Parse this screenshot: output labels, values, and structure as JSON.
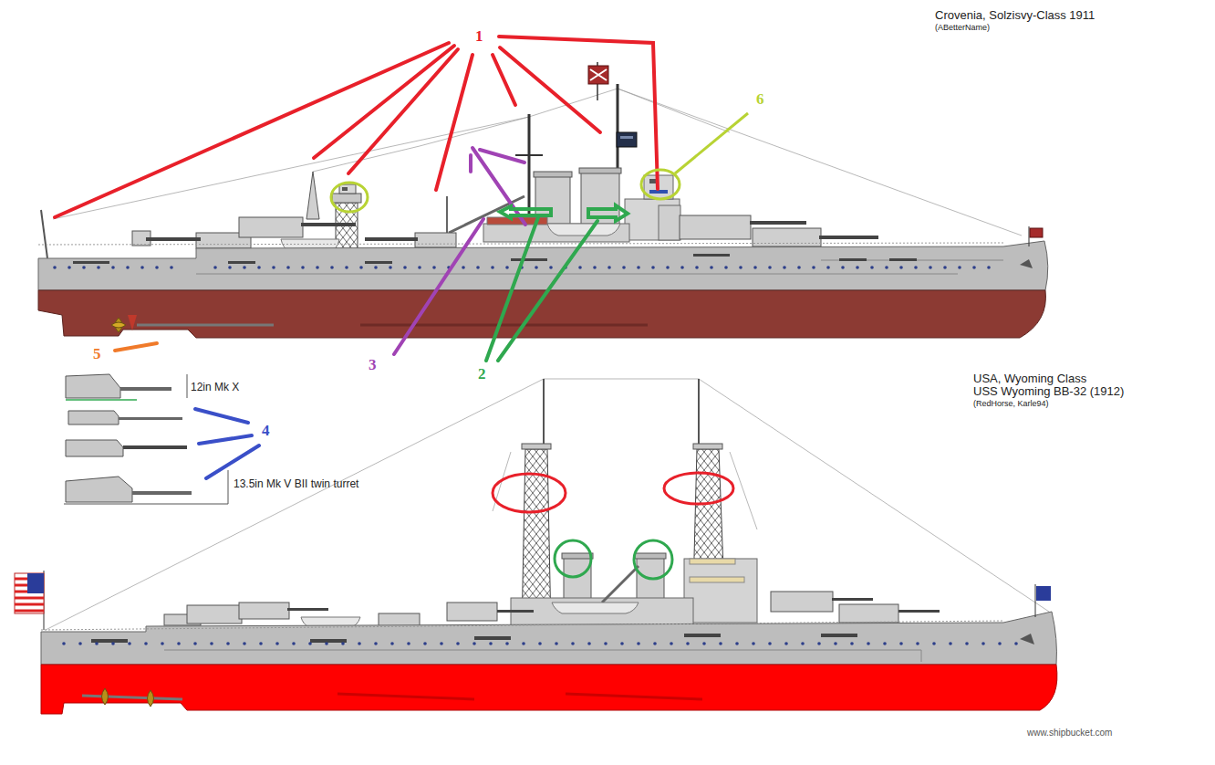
{
  "diagram": {
    "labels": [
      "Crovenia, Solzisvy-Class 1911",
      "(ABetterName)",
      "1",
      "6",
      "5",
      "3",
      "2",
      "12in Mk X",
      "4",
      "13.5in Mk V BII twin turret",
      "USA, Wyoming Class",
      "USS Wyoming BB-32 (1912)",
      "(RedHorse, Karle94)",
      "www.shipbucket.com"
    ]
  }
}
